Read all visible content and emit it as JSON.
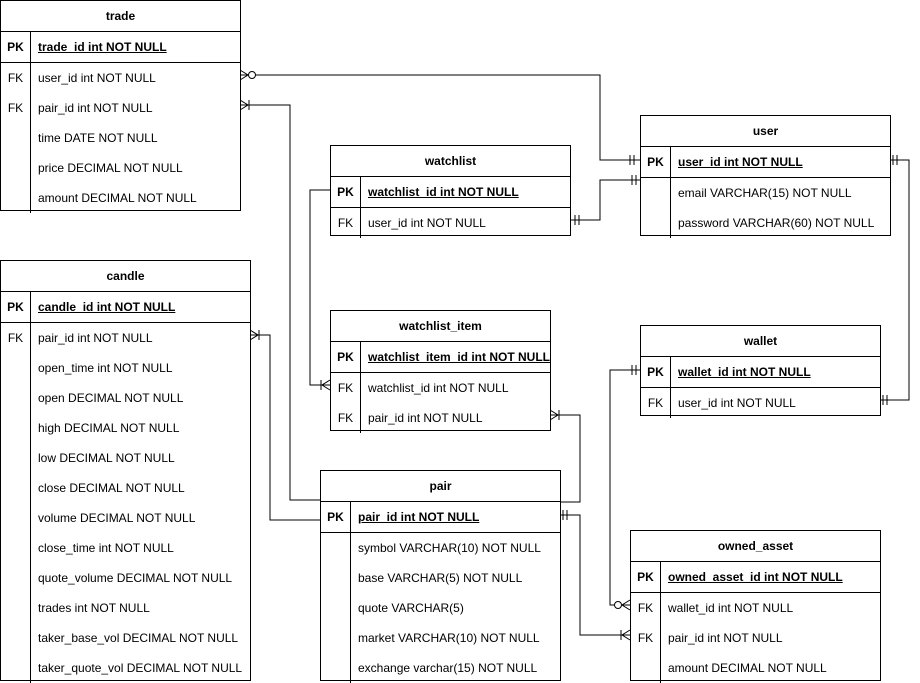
{
  "entities": {
    "trade": {
      "title": "trade",
      "rows": [
        {
          "key": "PK",
          "field": "trade_id int NOT NULL"
        },
        {
          "key": "FK",
          "field": "user_id int NOT NULL"
        },
        {
          "key": "FK",
          "field": "pair_id int NOT NULL"
        },
        {
          "key": "",
          "field": "time DATE NOT NULL"
        },
        {
          "key": "",
          "field": "price DECIMAL NOT NULL"
        },
        {
          "key": "",
          "field": "amount DECIMAL NOT NULL"
        }
      ]
    },
    "candle": {
      "title": "candle",
      "rows": [
        {
          "key": "PK",
          "field": "candle_id int NOT NULL"
        },
        {
          "key": "FK",
          "field": "pair_id int NOT NULL"
        },
        {
          "key": "",
          "field": "open_time int NOT NULL"
        },
        {
          "key": "",
          "field": "open DECIMAL NOT NULL"
        },
        {
          "key": "",
          "field": "high DECIMAL NOT NULL"
        },
        {
          "key": "",
          "field": "low DECIMAL NOT NULL"
        },
        {
          "key": "",
          "field": "close DECIMAL NOT NULL"
        },
        {
          "key": "",
          "field": "volume DECIMAL NOT NULL"
        },
        {
          "key": "",
          "field": "close_time int NOT NULL"
        },
        {
          "key": "",
          "field": "quote_volume DECIMAL NOT NULL"
        },
        {
          "key": "",
          "field": "trades int NOT NULL"
        },
        {
          "key": "",
          "field": "taker_base_vol DECIMAL NOT NULL"
        },
        {
          "key": "",
          "field": "taker_quote_vol DECIMAL NOT NULL"
        }
      ]
    },
    "watchlist": {
      "title": "watchlist",
      "rows": [
        {
          "key": "PK",
          "field": "watchlist_id int NOT NULL"
        },
        {
          "key": "FK",
          "field": "user_id int NOT NULL"
        }
      ]
    },
    "user": {
      "title": "user",
      "rows": [
        {
          "key": "PK",
          "field": "user_id int NOT NULL"
        },
        {
          "key": "",
          "field": "email VARCHAR(15) NOT NULL"
        },
        {
          "key": "",
          "field": "password VARCHAR(60) NOT NULL"
        }
      ]
    },
    "watchlist_item": {
      "title": "watchlist_item",
      "rows": [
        {
          "key": "PK",
          "field": "watchlist_item_id int NOT NULL"
        },
        {
          "key": "FK",
          "field": "watchlist_id int NOT NULL"
        },
        {
          "key": "FK",
          "field": "pair_id int NOT NULL"
        }
      ]
    },
    "wallet": {
      "title": "wallet",
      "rows": [
        {
          "key": "PK",
          "field": "wallet_id int NOT NULL"
        },
        {
          "key": "FK",
          "field": "user_id int NOT NULL"
        }
      ]
    },
    "pair": {
      "title": "pair",
      "rows": [
        {
          "key": "PK",
          "field": "pair_id int NOT NULL"
        },
        {
          "key": "",
          "field": "symbol VARCHAR(10) NOT NULL"
        },
        {
          "key": "",
          "field": "base VARCHAR(5) NOT NULL"
        },
        {
          "key": "",
          "field": "quote VARCHAR(5)"
        },
        {
          "key": "",
          "field": "market VARCHAR(10) NOT NULL"
        },
        {
          "key": "",
          "field": "exchange varchar(15) NOT NULL"
        }
      ]
    },
    "owned_asset": {
      "title": "owned_asset",
      "rows": [
        {
          "key": "PK",
          "field": "owned_asset_id int NOT NULL"
        },
        {
          "key": "FK",
          "field": "wallet_id int NOT NULL"
        },
        {
          "key": "FK",
          "field": "pair_id int NOT NULL"
        },
        {
          "key": "",
          "field": "amount DECIMAL NOT NULL"
        }
      ]
    }
  }
}
